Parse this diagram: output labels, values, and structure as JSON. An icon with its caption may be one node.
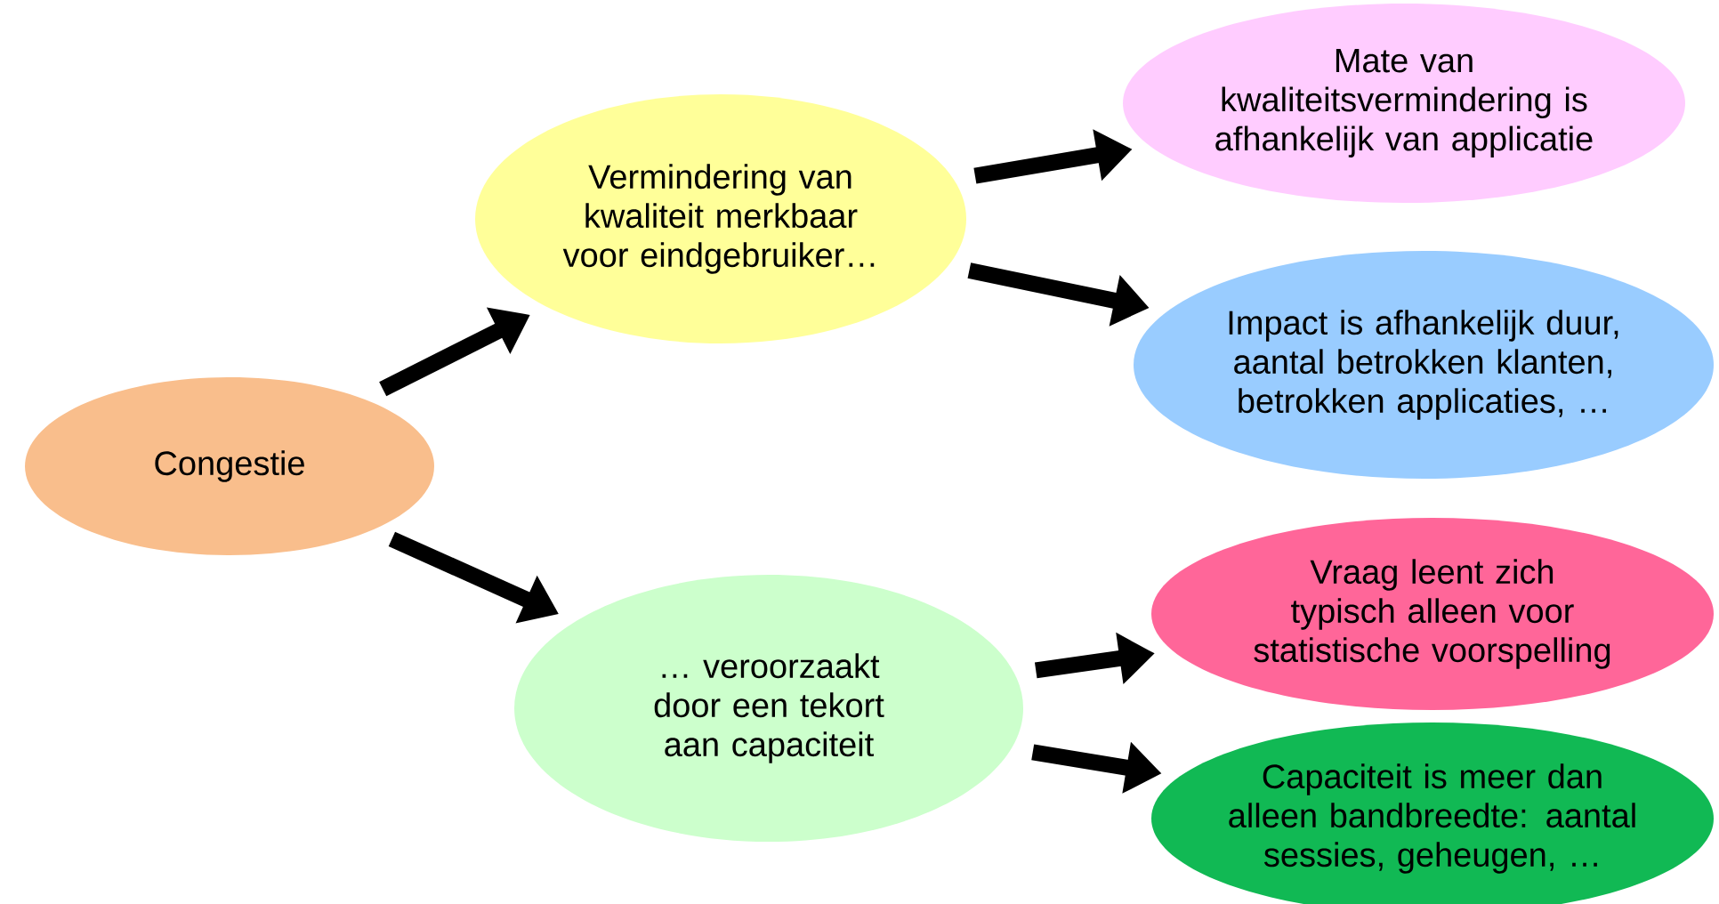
{
  "diagram": {
    "nodes": [
      {
        "text": [
          "Congestie"
        ]
      },
      {
        "text": [
          "Vermindering van kwaliteit merkbaar voor eindgebruiker…"
        ]
      },
      {
        "text": [
          "… veroorzaakt door een tekort aan capaciteit"
        ]
      },
      {
        "text": [
          "Mate van kwaliteitsvermindering is afhankelijk van applicatie"
        ]
      },
      {
        "text": [
          "Impact is afhankelijk duur, aantal betrokken klanten, betrokken applicaties, …"
        ]
      },
      {
        "text": [
          "Vraag leent zich typisch alleen voor statistische voorspelling"
        ]
      },
      {
        "text": [
          "Capaciteit is meer dan alleen bandbreedte: aantal sessies, geheugen, …"
        ]
      }
    ],
    "edges": [
      {
        "from": 0,
        "to": 1,
        "arrow": "to"
      },
      {
        "from": 0,
        "to": 2,
        "arrow": "to"
      },
      {
        "from": 1,
        "to": 3,
        "arrow": "to"
      },
      {
        "from": 1,
        "to": 4,
        "arrow": "to"
      },
      {
        "from": 2,
        "to": 5,
        "arrow": "to"
      },
      {
        "from": 2,
        "to": 6,
        "arrow": "to"
      }
    ]
  }
}
